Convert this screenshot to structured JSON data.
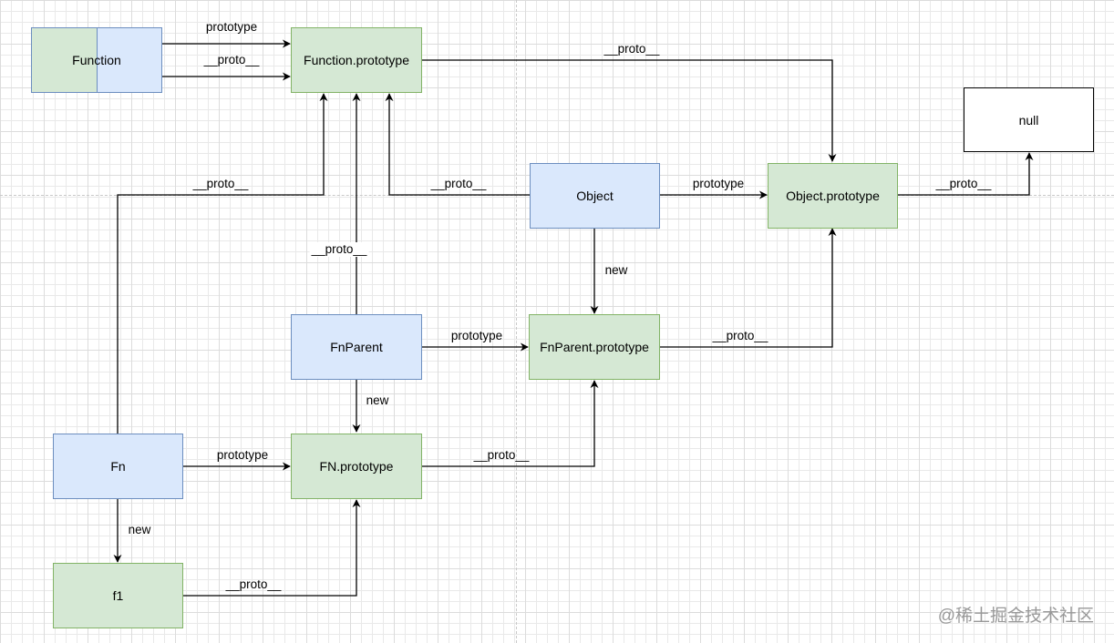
{
  "nodes": {
    "function": {
      "label": "Function"
    },
    "function_prototype": {
      "label": "Function.prototype"
    },
    "null": {
      "label": "null"
    },
    "object": {
      "label": "Object"
    },
    "object_prototype": {
      "label": "Object.prototype"
    },
    "fnparent": {
      "label": "FnParent"
    },
    "fnparent_prototype": {
      "label": "FnParent.prototype"
    },
    "fn": {
      "label": "Fn"
    },
    "fn_prototype": {
      "label": "FN.prototype"
    },
    "f1": {
      "label": "f1"
    }
  },
  "edges": {
    "function_prototype_link": "prototype",
    "function_proto_link": "__proto__",
    "function_prototype_to_object_prototype": "__proto__",
    "object_prototype_to_null": "__proto__",
    "object_to_function_prototype": "__proto__",
    "object_prototype_link": "prototype",
    "object_new_fnparent_prototype": "new",
    "fn_to_function_prototype": "__proto__",
    "fnparent_to_function_prototype": "__proto__",
    "fnparent_prototype_link": "prototype",
    "fnparent_prototype_to_object_prototype": "__proto__",
    "fnparent_new_fn_prototype": "new",
    "fn_prototype_link": "prototype",
    "fn_prototype_to_fnparent_prototype": "__proto__",
    "fn_new_f1": "new",
    "f1_to_fn_prototype": "__proto__"
  },
  "watermark": "@稀土掘金技术社区",
  "colors": {
    "green_fill": "#d5e8d4",
    "green_border": "#82b366",
    "blue_fill": "#dae8fc",
    "blue_border": "#6c8ebf"
  }
}
